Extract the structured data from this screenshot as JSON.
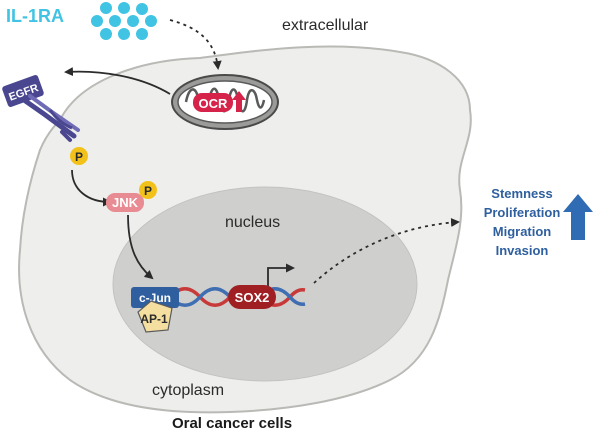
{
  "labels": {
    "ligand": "IL-1RA",
    "extracellular": "extracellular",
    "ocr": "OCR",
    "receptor": "EGFR",
    "phospho": "P",
    "kinase": "JNK",
    "nucleus": "nucleus",
    "cjun": "c-Jun",
    "ap1": "AP-1",
    "sox2": "SOX2",
    "cytoplasm": "cytoplasm",
    "caption": "Oral cancer cells"
  },
  "outcomes": [
    "Stemness",
    "Proliferation",
    "Migration",
    "Invasion"
  ],
  "colors": {
    "ligand": "#41c3e3",
    "outcome_text": "#2e5f9e",
    "up_arrow": "#2f6cb3",
    "ocr": "#d6234a",
    "egfr": "#4a4790",
    "phospho": "#f2c21b",
    "jnk": "#e98b92",
    "cjun": "#2f5f9f",
    "ap1": "#f5dfa0",
    "sox2": "#9f1f23",
    "dna_red": "#c83a3a",
    "dna_blue": "#3f6fb2",
    "cell": "#eeeeec",
    "nucleus": "#cfcfcd"
  },
  "icons": [
    "ligand-dots",
    "mitochondrion-icon",
    "egfr-receptor-icon",
    "up-arrow-icon",
    "transcription-start-arrow-icon"
  ]
}
